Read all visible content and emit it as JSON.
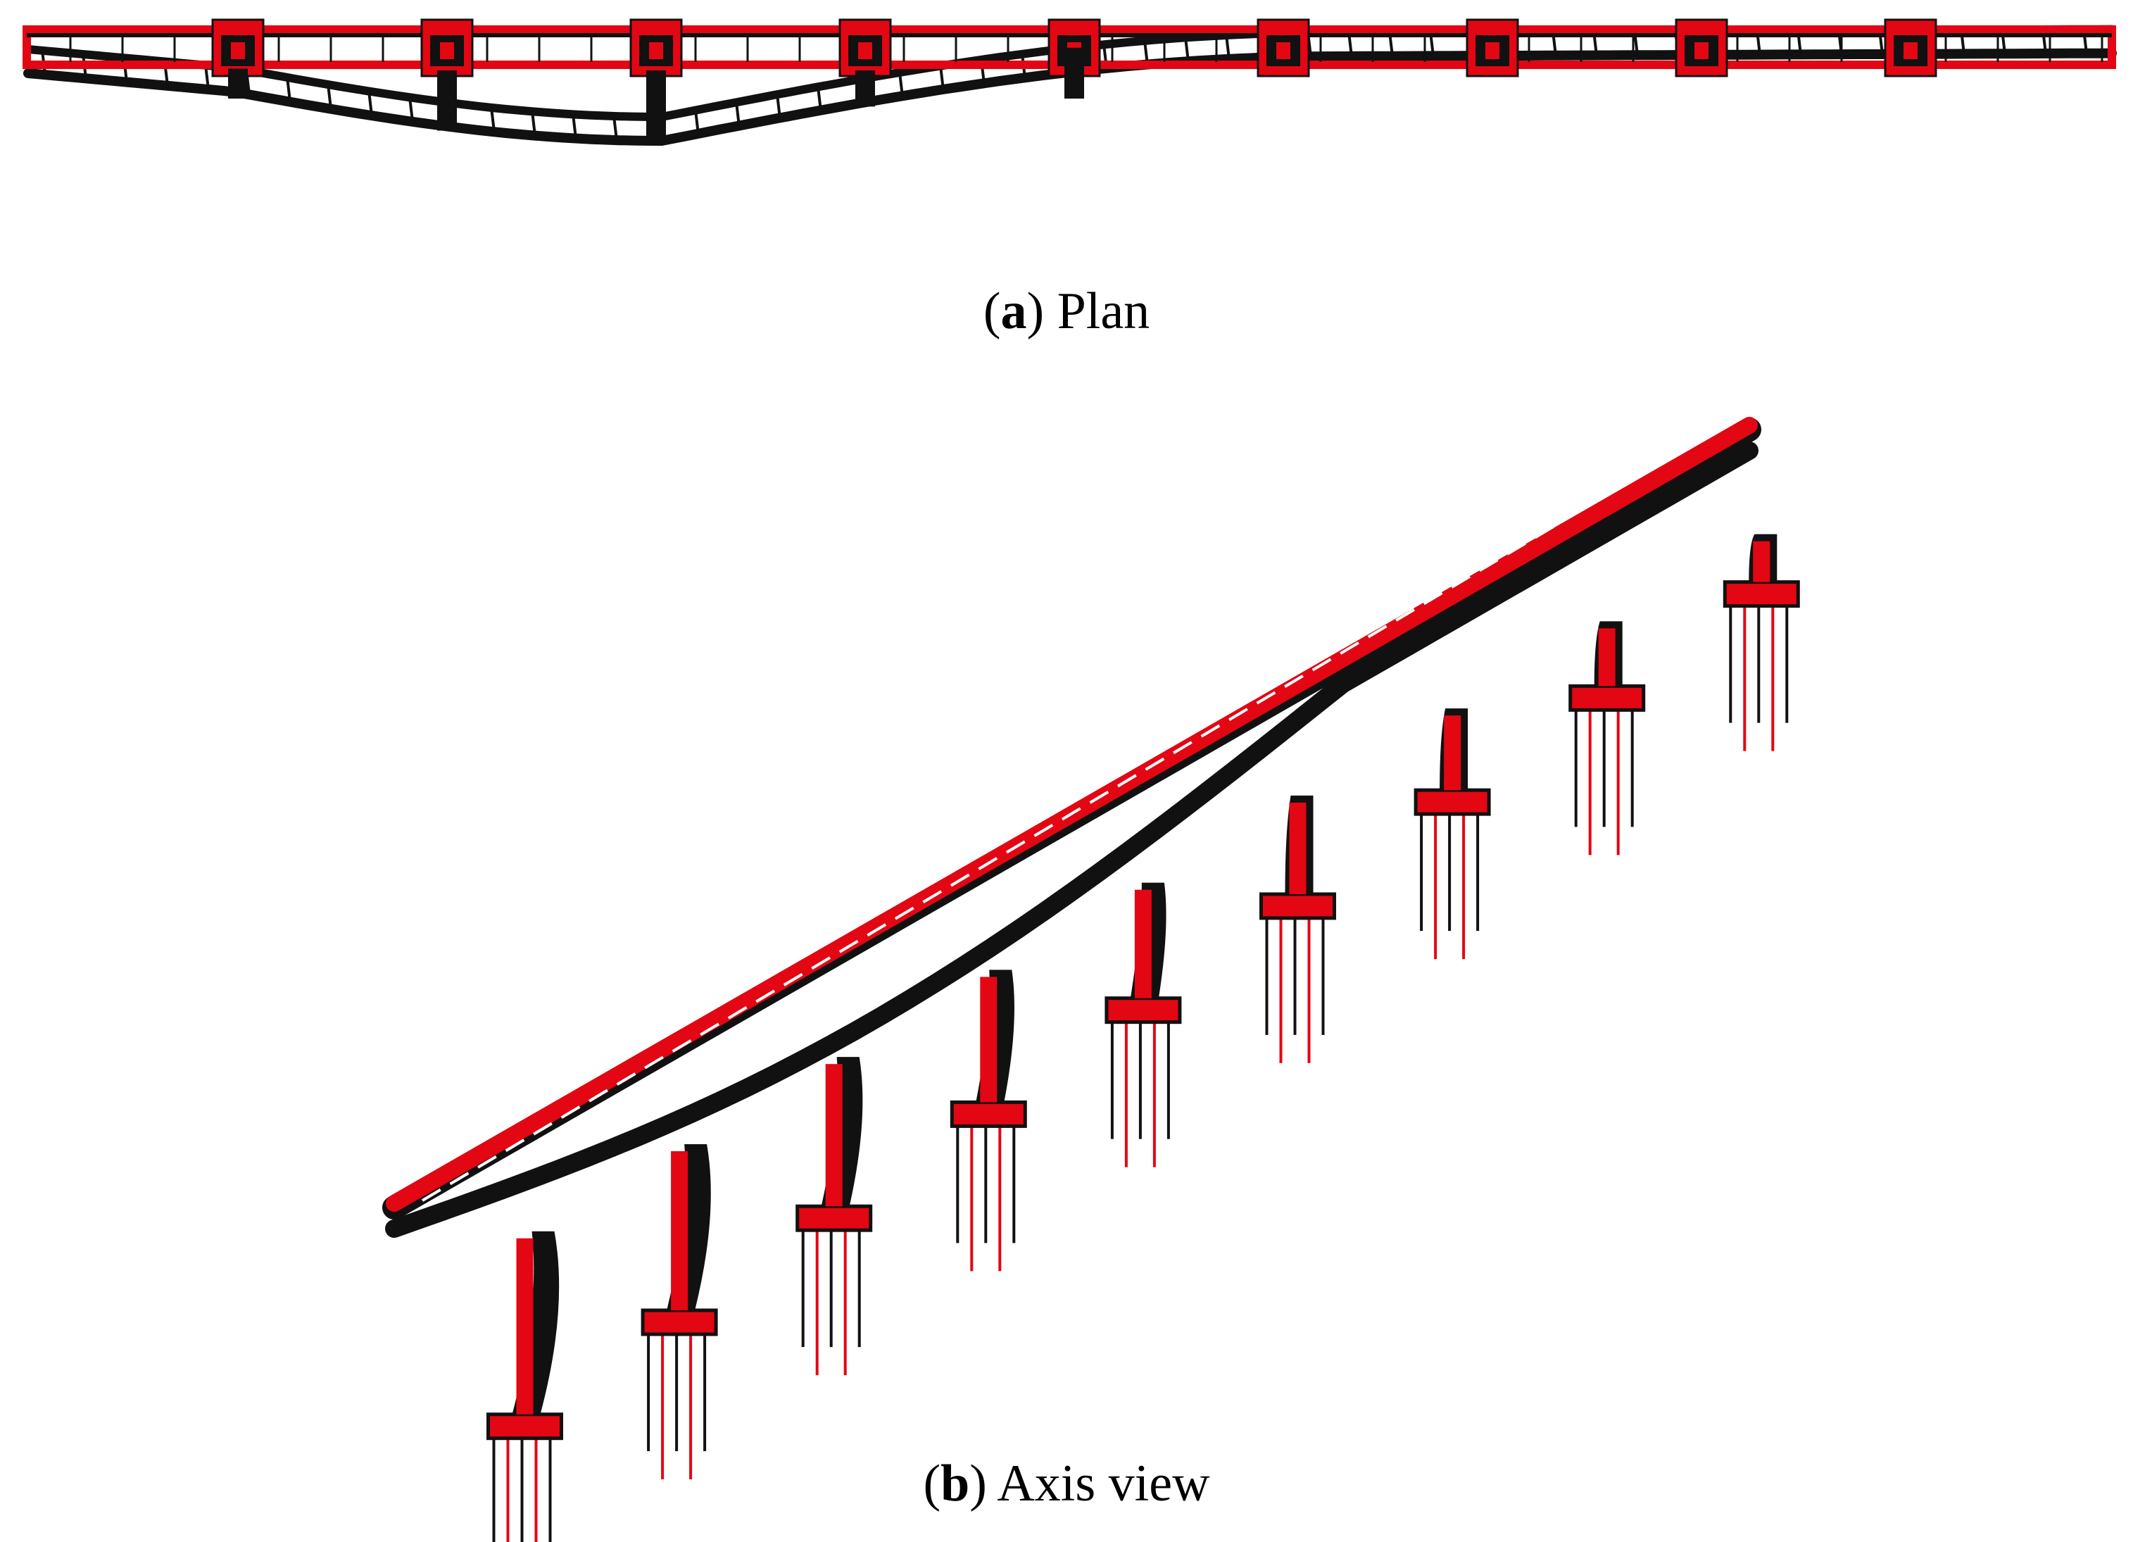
{
  "colors": {
    "original_model": "#e30613",
    "deformed_model": "#111111",
    "background": "#ffffff"
  },
  "panels": [
    {
      "id": "a",
      "label_letter": "a",
      "label_text": " Plan"
    },
    {
      "id": "b",
      "label_letter": "b",
      "label_text": " Axis view"
    }
  ],
  "model": {
    "pier_count": 9
  }
}
